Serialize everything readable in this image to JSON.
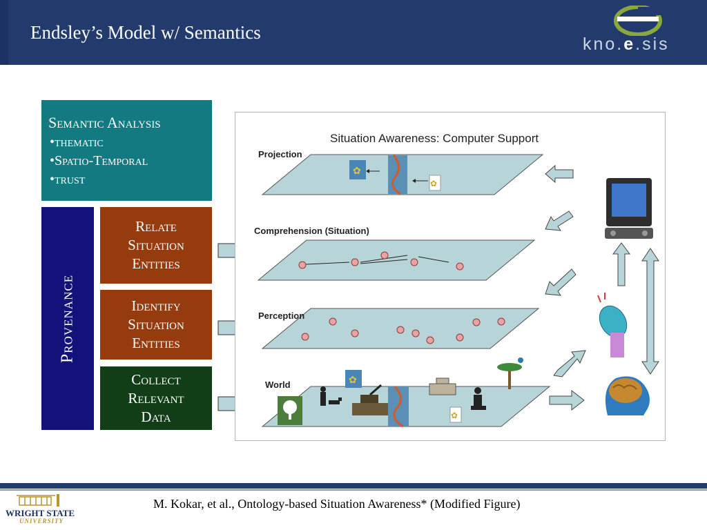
{
  "slide": {
    "title": "Endsley’s Model w/ Semantics"
  },
  "logo": {
    "prefix": "kno.",
    "highlight": "e",
    "suffix": ".sis"
  },
  "semantic_analysis": {
    "title": "Semantic Analysis",
    "items": [
      "•thematic",
      "•Spatio-Temporal",
      "•trust"
    ]
  },
  "provenance": {
    "label": "Provenance"
  },
  "stages": {
    "relate": [
      "Relate",
      "Situation",
      "Entities"
    ],
    "identify": [
      "Identify",
      "Situation",
      "Entities"
    ],
    "collect": [
      "Collect",
      "Relevant",
      "Data"
    ]
  },
  "figure": {
    "title": "Situation Awareness: Computer Support",
    "levels": [
      "Projection",
      "Comprehension (Situation)",
      "Perception",
      "World"
    ]
  },
  "footer": {
    "citation": "M. Kokar, et al., Ontology-based Situation Awareness* (Modified Figure)",
    "university_name": "WRIGHT STATE",
    "university_sub": "UNIVERSITY"
  },
  "colors": {
    "header": "#223a6c",
    "semantic_box": "#127a80",
    "provenance_box": "#12127a",
    "stage_brown": "#963b0e",
    "stage_green": "#113d17",
    "plane_fill": "#b7d5d9",
    "node_fill": "#e9a3a3"
  }
}
